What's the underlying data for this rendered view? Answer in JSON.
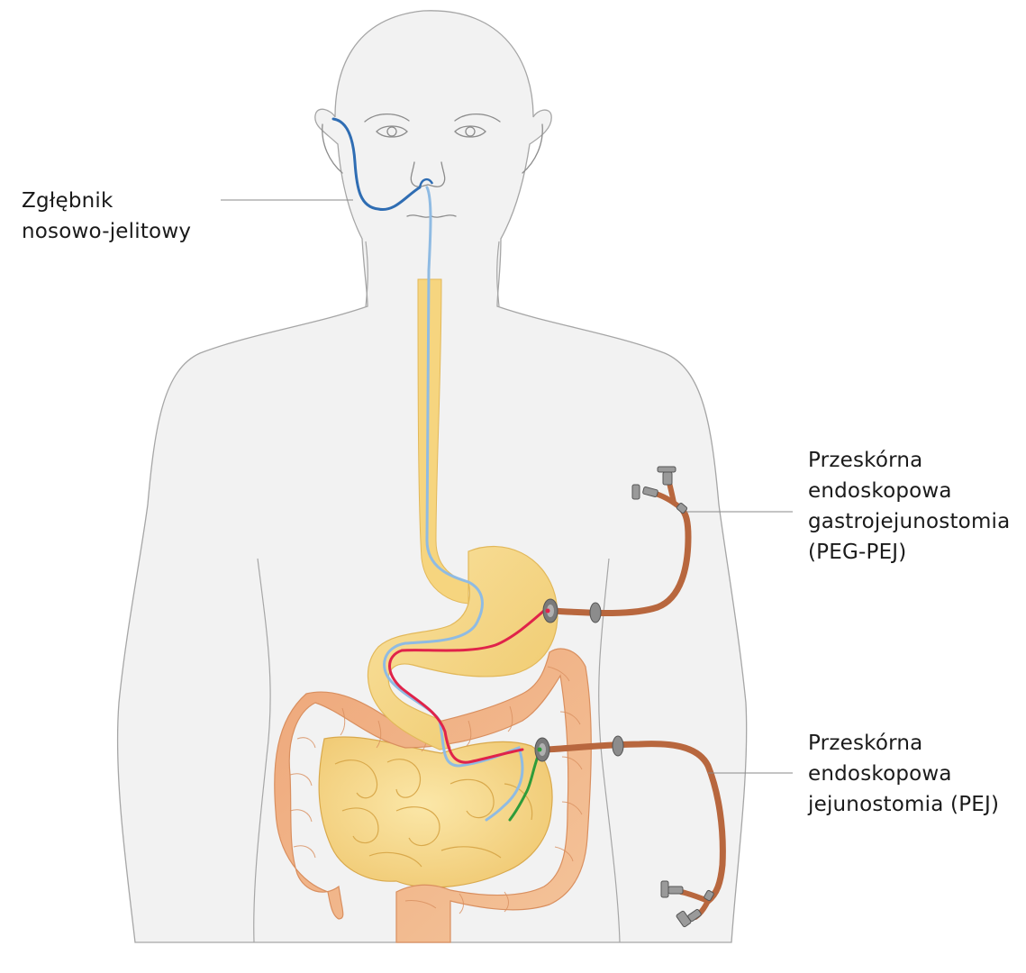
{
  "labels": {
    "nasojejunal_tube": {
      "line1": "Zgłębnik",
      "line2": "nosowo-jelitowy"
    },
    "peg_pej": {
      "line1": "Przeskórna",
      "line2": "endoskopowa",
      "line3": "gastrojejunostomia",
      "line4": "(PEG-PEJ)"
    },
    "pej": {
      "line1": "Przeskórna",
      "line2": "endoskopowa",
      "line3": "jejunostomia (PEJ)"
    }
  },
  "colors": {
    "body_fill": "#f2f2f2",
    "body_outline": "#a6a6a6",
    "esophagus_stomach": "#f6d57f",
    "small_intestine": "#f7d983",
    "colon": "#eea77a",
    "nasal_tube": "#2f6db3",
    "internal_tube": "#8fbbe3",
    "peg_tube": "#e0234a",
    "pej_inner_tube": "#2e9c3a",
    "external_tube": "#b8673e",
    "connector": "#8c8c8c",
    "leader_line": "#8a8a8a"
  }
}
